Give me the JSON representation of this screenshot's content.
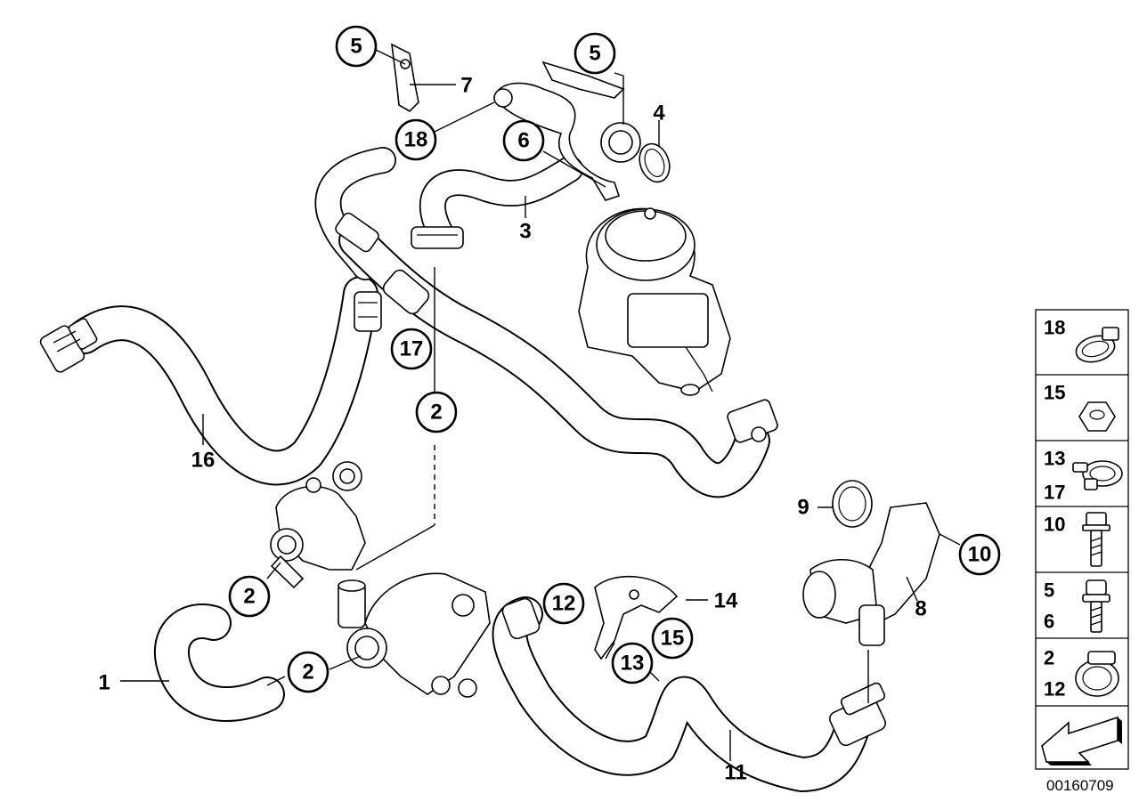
{
  "callouts": {
    "c5a": "5",
    "c5b": "5",
    "c4": "4",
    "c7": "7",
    "c18": "18",
    "c6": "6",
    "c3": "3",
    "c17": "17",
    "c2a": "2",
    "c16": "16",
    "c2b": "2",
    "c2c": "2",
    "c1": "1",
    "c12": "12",
    "c14": "14",
    "c15": "15",
    "c13": "13",
    "c11": "11",
    "c9": "9",
    "c10": "10",
    "c8": "8"
  },
  "legend": {
    "rows": [
      {
        "top": "18",
        "bottom": ""
      },
      {
        "top": "15",
        "bottom": ""
      },
      {
        "top": "13",
        "bottom": "17"
      },
      {
        "top": "10",
        "bottom": ""
      },
      {
        "top": "5",
        "bottom": "6"
      },
      {
        "top": "2",
        "bottom": "12"
      }
    ]
  },
  "diagram_code": "00160709",
  "icons": [
    "clamp-icon",
    "nut-icon",
    "spring-clamp-icon",
    "bolt-icon",
    "screw-icon",
    "hose-clamp-icon",
    "arrow-icon"
  ],
  "colors": {
    "line": "#000000",
    "background": "#ffffff"
  }
}
